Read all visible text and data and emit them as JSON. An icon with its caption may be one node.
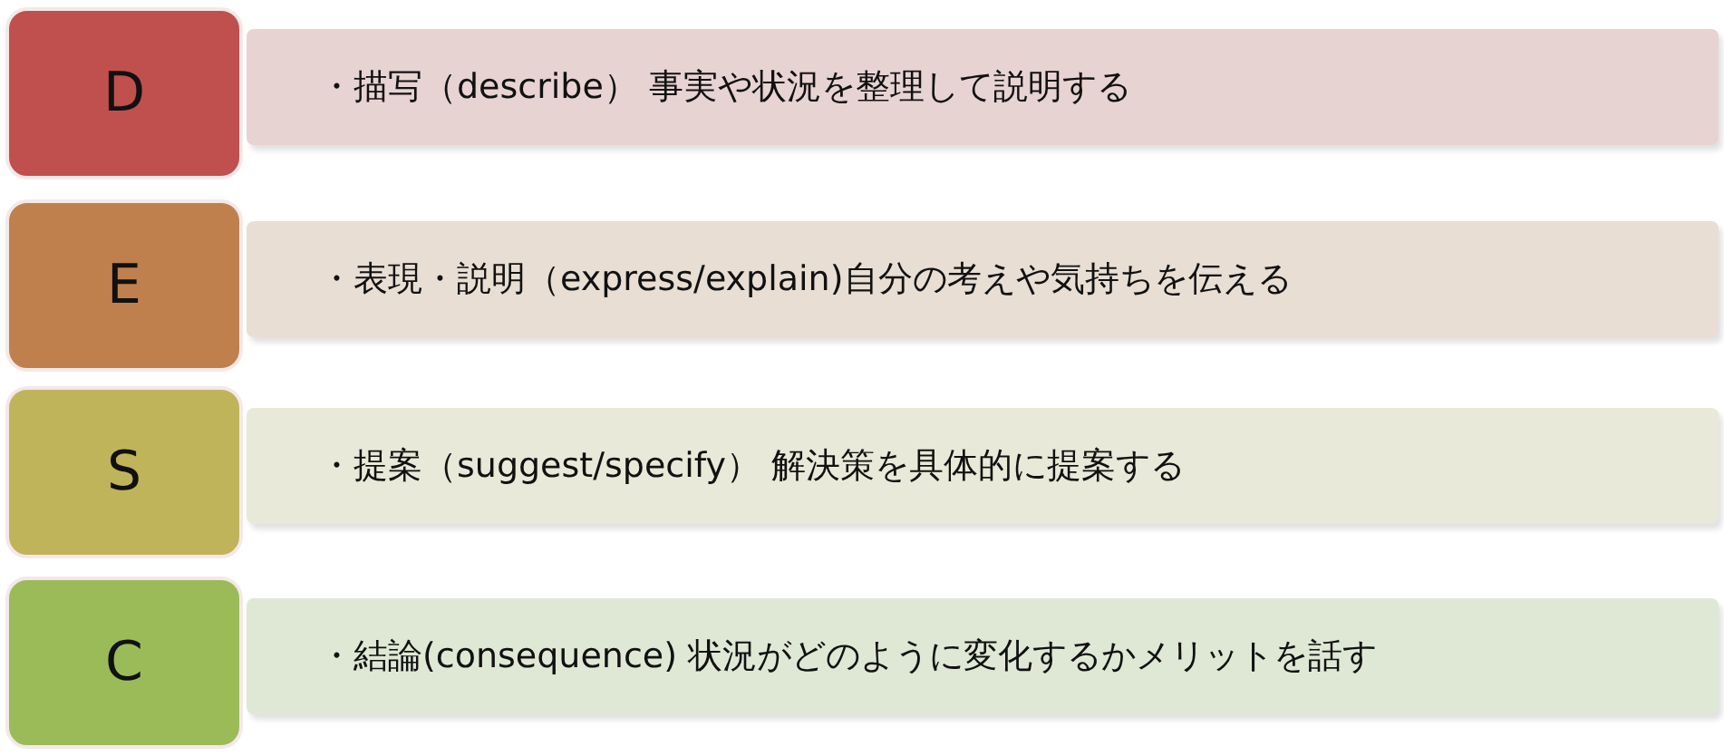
{
  "diagram": {
    "nodes": [
      {
        "text": [
          "D"
        ]
      },
      {
        "text": [
          "・描写（describe） 事実や状況を整理して説明する"
        ]
      },
      {
        "text": [
          "E"
        ]
      },
      {
        "text": [
          "・表現・説明（express/explain)自分の考えや気持ちを伝える"
        ]
      },
      {
        "text": [
          "S"
        ]
      },
      {
        "text": [
          "・提案（suggest/specify） 解決策を具体的に提案する"
        ]
      },
      {
        "text": [
          "C"
        ]
      },
      {
        "text": [
          "・結論(consequence) 状況がどのように変化するかメリットを話す"
        ]
      }
    ]
  }
}
